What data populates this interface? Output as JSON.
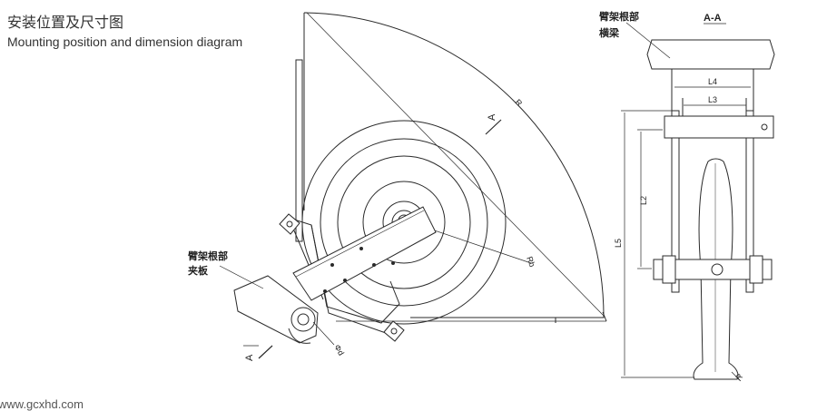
{
  "header": {
    "title_cn": "安装位置及尺寸图",
    "title_en": "Mounting position and dimension diagram"
  },
  "watermark": "www.gcxhd.com",
  "left_view": {
    "label_arm_root_clamp_line1": "臂架根部",
    "label_arm_root_clamp_line2": "夹板",
    "dim_R": "R",
    "dim_Rb": "Rb",
    "dim_phi_d": "Φd",
    "section_marker_top": "A",
    "section_marker_bottom": "A"
  },
  "right_view": {
    "section_title": "A-A",
    "label_arm_root_line1": "臂架根部",
    "label_arm_root_line2": "横梁",
    "dim_L4": "L4",
    "dim_L3": "L3",
    "dim_L2": "L2",
    "dim_L5": "L5",
    "dim_R": "R"
  },
  "colors": {
    "line": "#2a2a2a",
    "text": "#333333"
  }
}
